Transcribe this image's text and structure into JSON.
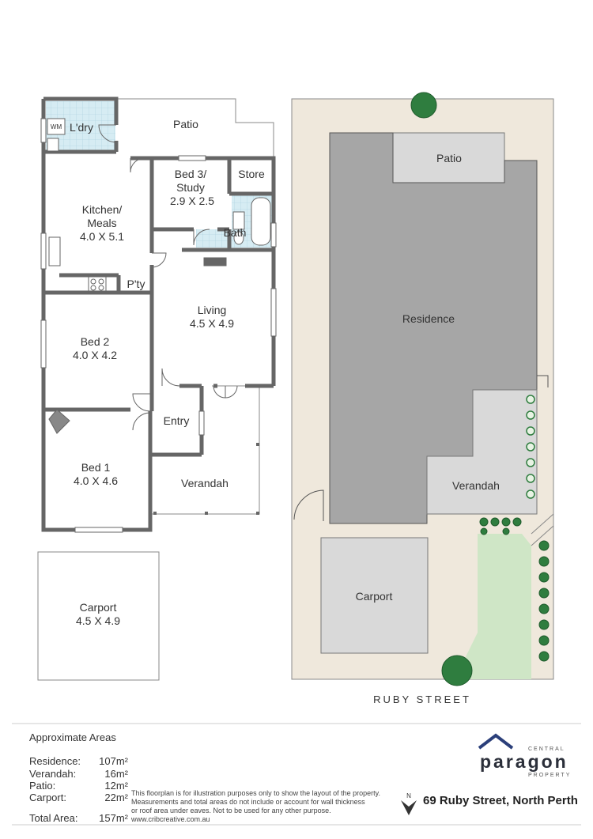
{
  "floorplan": {
    "rooms": {
      "laundry": "L'dry",
      "washing_machine": "WM",
      "patio": "Patio",
      "bed3_line1": "Bed 3/",
      "bed3_line2": "Study",
      "bed3_dim": "2.9 X 2.5",
      "store": "Store",
      "kitchen_line1": "Kitchen/",
      "kitchen_line2": "Meals",
      "kitchen_dim": "4.0 X 5.1",
      "bath": "Bath",
      "pantry": "P'ty",
      "living": "Living",
      "living_dim": "4.5 X 4.9",
      "bed2": "Bed 2",
      "bed2_dim": "4.0 X 4.2",
      "entry": "Entry",
      "bed1": "Bed 1",
      "bed1_dim": "4.0 X 4.6",
      "verandah": "Verandah",
      "carport": "Carport",
      "carport_dim": "4.5 X 4.9"
    }
  },
  "siteplan": {
    "patio": "Patio",
    "residence": "Residence",
    "verandah": "Verandah",
    "carport": "Carport",
    "street": "RUBY STREET"
  },
  "areas": {
    "title": "Approximate Areas",
    "rows": [
      {
        "label": "Residence:",
        "value": "107m²"
      },
      {
        "label": "Verandah:",
        "value": "16m²"
      },
      {
        "label": "Patio:",
        "value": "12m²"
      },
      {
        "label": "Carport:",
        "value": "22m²"
      },
      {
        "label": "Total Area:",
        "value": "157m²"
      }
    ]
  },
  "disclaimer": {
    "line1": "This floorplan is for illustration purposes only to show the layout of the property.",
    "line2": "Measurements and total areas do not include or account for wall thickness",
    "line3": "or roof area under eaves. Not to be used for any other purpose.",
    "line4": "www.cribcreative.com.au"
  },
  "compass": {
    "letter": "N"
  },
  "address": "69 Ruby Street, North Perth",
  "brand": {
    "top": "CENTRAL",
    "name": "paragon",
    "bottom": "PROPERTY"
  },
  "colors": {
    "wall": "#666666",
    "wet_area": "#d6ecf3",
    "site": "#efe8dc",
    "residence": "#a6a6a6",
    "outdoor": "#d9d9d9",
    "lawn": "#cfe6c6",
    "tree": "#2f7d3f"
  }
}
